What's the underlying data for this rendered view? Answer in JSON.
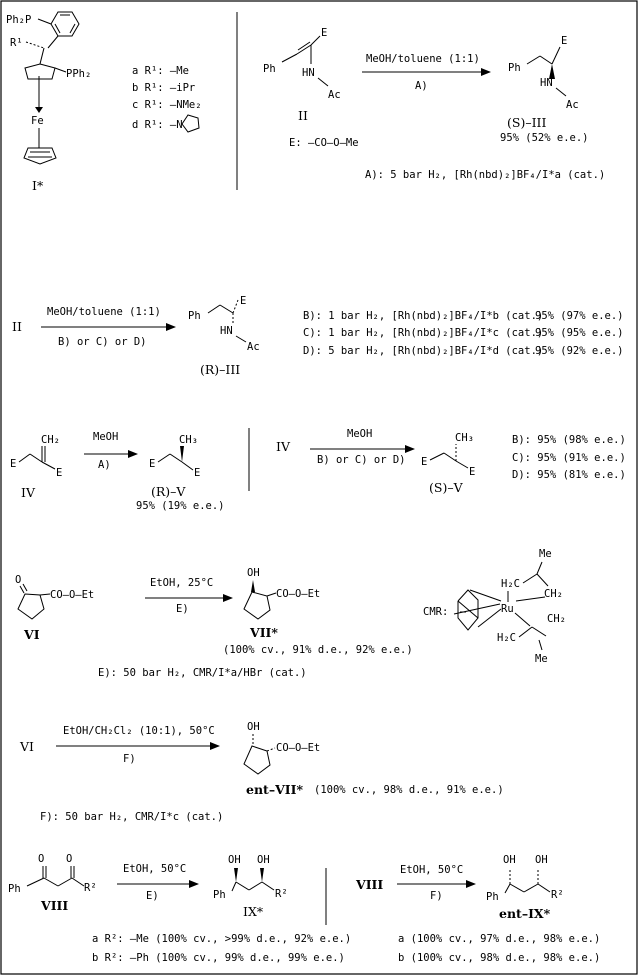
{
  "ligand": {
    "label": "I*",
    "ph2p": "Ph₂P",
    "r1": "R¹",
    "pph2": "PPh₂",
    "fe": "Fe",
    "variants": [
      "a R¹: —Me",
      "b R¹: —iPr",
      "c R¹: —NMe₂",
      "d R¹: —N"
    ]
  },
  "s1": {
    "substrate_label": "II",
    "product_label": "(S)–III",
    "yield": "95% (52% e.e.)",
    "solvent": "MeOH/toluene (1:1)",
    "cond_code": "A)",
    "e_def": "E: —CO—O—Me",
    "cond_note": "A): 5 bar H₂, [Rh(nbd)₂]BF₄/I*a (cat.)"
  },
  "s2": {
    "substrate_label": "II",
    "solvent": "MeOH/toluene (1:1)",
    "cond_code": "B) or C) or D)",
    "product_label": "(R)–III",
    "results": [
      {
        "cond": "B): 1 bar H₂, [Rh(nbd)₂]BF₄/I*b (cat.)",
        "yield": "95% (97% e.e.)"
      },
      {
        "cond": "C): 1 bar H₂, [Rh(nbd)₂]BF₄/I*c (cat.)",
        "yield": "95% (95% e.e.)"
      },
      {
        "cond": "D): 5 bar H₂, [Rh(nbd)₂]BF₄/I*d (cat.)",
        "yield": "95% (92% e.e.)"
      }
    ]
  },
  "s3": {
    "substrate_label": "IV",
    "solvent": "MeOH",
    "cond_code": "A)",
    "product_label": "(R)–V",
    "yield": "95% (19% e.e.)",
    "substrate_label2": "IV",
    "solvent2": "MeOH",
    "cond_code2": "B) or C) or D)",
    "product_label2": "(S)–V",
    "results": [
      "B): 95% (98% e.e.)",
      "C): 95% (91% e.e.)",
      "D): 95% (81% e.e.)"
    ]
  },
  "s4": {
    "substrate_label": "VI",
    "solvent": "EtOH, 25°C",
    "cond_code": "E)",
    "product_label": "VII*",
    "yield": "(100% cv., 91% d.e., 92% e.e.)",
    "cond_note": "E): 50 bar H₂, CMR/I*a/HBr (cat.)",
    "cmr_label": "CMR:",
    "ru": "Ru"
  },
  "s5": {
    "substrate_label": "VI",
    "solvent": "EtOH/CH₂Cl₂ (10:1), 50°C",
    "cond_code": "F)",
    "product_label": "ent–VII*",
    "yield": "(100% cv., 98% d.e., 91% e.e.)",
    "cond_note": "F): 50 bar H₂, CMR/I*c (cat.)"
  },
  "s6": {
    "substrate_label": "VIII",
    "solvent": "EtOH, 50°C",
    "cond_code": "E)",
    "product_label": "IX*",
    "results": [
      "a R²: —Me  (100% cv., >99% d.e., 92% e.e.)",
      "b R²: —Ph  (100% cv., 99% d.e., 99% e.e.)"
    ],
    "substrate_label2": "VIII",
    "solvent2": "EtOH, 50°C",
    "cond_code2": "F)",
    "product_label2": "ent–IX*",
    "results2": [
      "a (100% cv., 97% d.e., 98% e.e.)",
      "b (100% cv., 98% d.e., 98% e.e.)"
    ]
  },
  "atoms": {
    "ph": "Ph",
    "e": "E",
    "hn": "HN",
    "ac": "Ac",
    "ch2": "CH₂",
    "ch3": "CH₃",
    "o": "O",
    "oh": "OH",
    "coo_et": "CO—O—Et",
    "h2c": "H₂C",
    "me": "Me",
    "r2": "R²"
  }
}
